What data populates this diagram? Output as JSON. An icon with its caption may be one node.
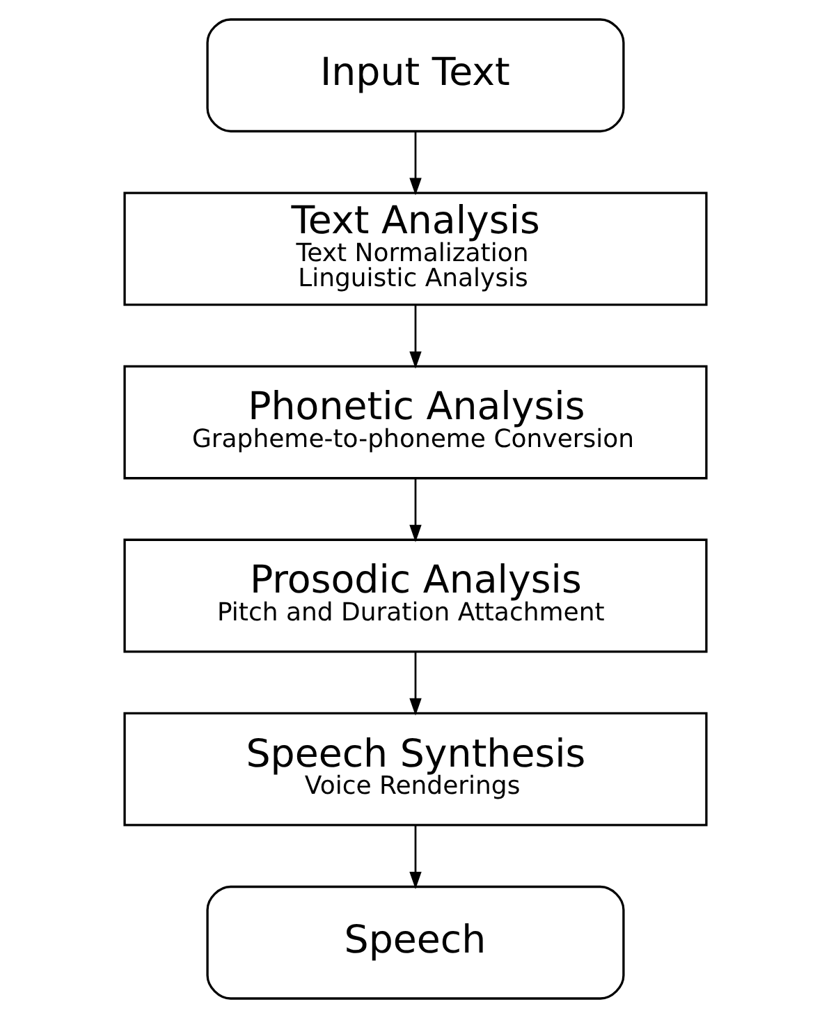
{
  "diagram": {
    "nodes": [
      {
        "text": [
          "Input Text"
        ]
      },
      {
        "text": [
          "Text Analysis",
          "Text Normalization",
          "Linguistic Analysis"
        ]
      },
      {
        "text": [
          "Phonetic Analysis",
          "Grapheme-to-phoneme Conversion"
        ]
      },
      {
        "text": [
          "Prosodic Analysis",
          "Pitch and Duration Attachment"
        ]
      },
      {
        "text": [
          "Speech Synthesis",
          "Voice Renderings"
        ]
      },
      {
        "text": [
          "Speech"
        ]
      }
    ],
    "edges": [
      {
        "from": 0,
        "to": 1,
        "arrow": "to"
      },
      {
        "from": 1,
        "to": 2,
        "arrow": "to"
      },
      {
        "from": 2,
        "to": 3,
        "arrow": "to"
      },
      {
        "from": 3,
        "to": 4,
        "arrow": "to"
      },
      {
        "from": 4,
        "to": 5,
        "arrow": "to"
      }
    ]
  }
}
